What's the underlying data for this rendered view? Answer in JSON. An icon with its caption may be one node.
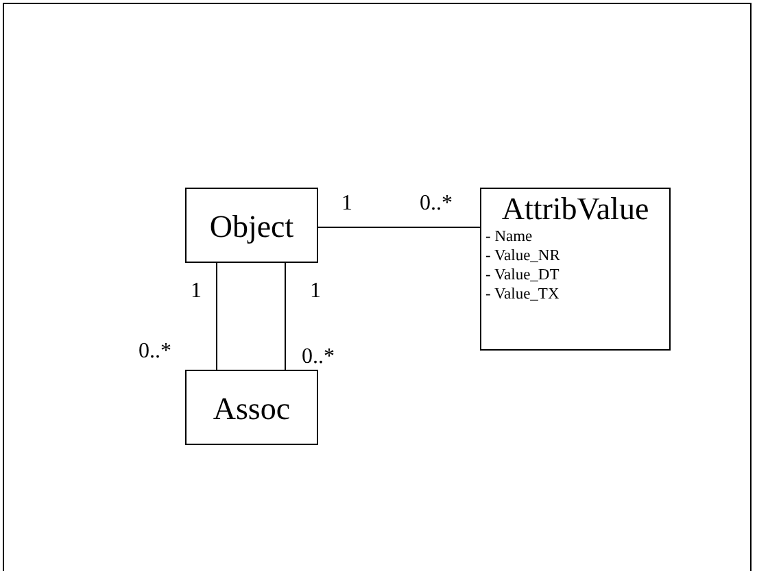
{
  "diagram": {
    "nodes": [
      {
        "text": [
          "Object"
        ]
      },
      {
        "text": [
          "AttribValue",
          "- Name",
          "- Value_NR",
          "- Value_DT",
          "- Value_TX"
        ]
      },
      {
        "text": [
          "Assoc"
        ]
      }
    ],
    "edges": [
      {
        "from": 0,
        "to": 1,
        "arrow": "none"
      },
      {
        "from": 0,
        "to": 2,
        "arrow": "none"
      },
      {
        "from": 0,
        "to": 2,
        "arrow": "none"
      }
    ],
    "labels": [
      "1",
      "0..*",
      "1",
      "1",
      "0..*",
      "0..*"
    ]
  }
}
